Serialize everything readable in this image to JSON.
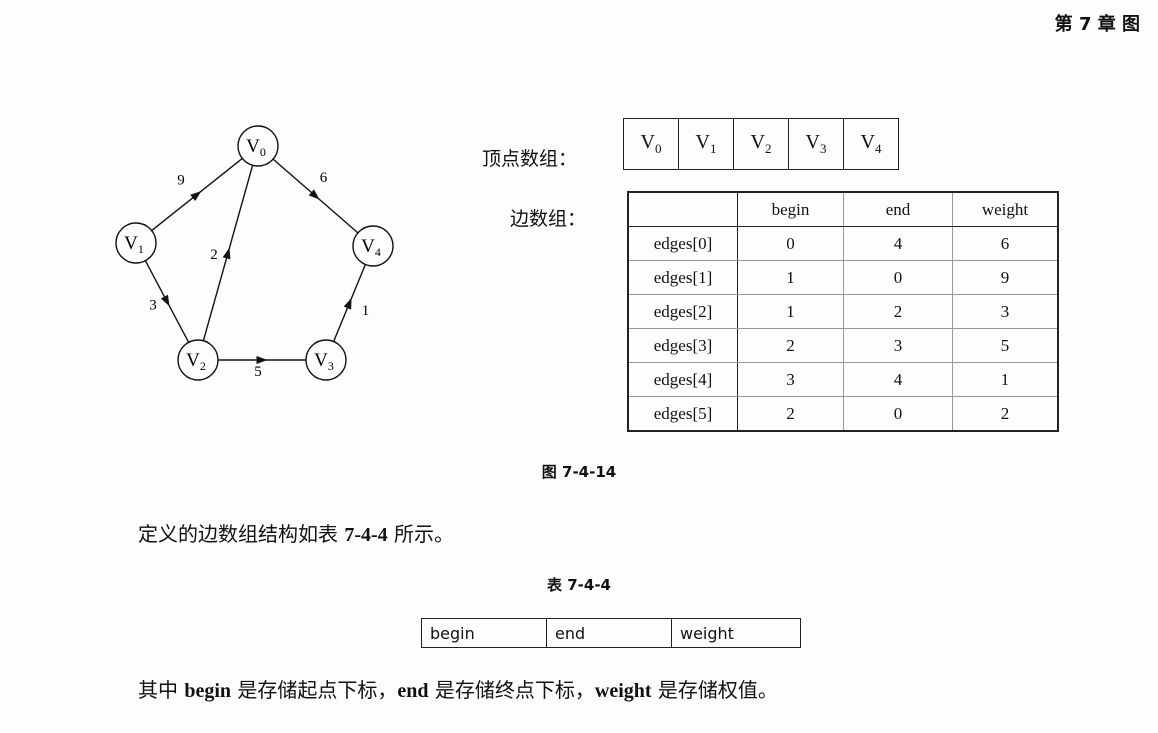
{
  "header": {
    "chapter": "第 7 章  图"
  },
  "graph": {
    "vertices": [
      {
        "id": "v0",
        "main": "V",
        "sub": "0"
      },
      {
        "id": "v1",
        "main": "V",
        "sub": "1"
      },
      {
        "id": "v2",
        "main": "V",
        "sub": "2"
      },
      {
        "id": "v3",
        "main": "V",
        "sub": "3"
      },
      {
        "id": "v4",
        "main": "V",
        "sub": "4"
      }
    ],
    "edges": [
      {
        "from": "v0",
        "to": "v4",
        "weight": "6"
      },
      {
        "from": "v1",
        "to": "v0",
        "weight": "9"
      },
      {
        "from": "v1",
        "to": "v2",
        "weight": "3"
      },
      {
        "from": "v2",
        "to": "v3",
        "weight": "5"
      },
      {
        "from": "v3",
        "to": "v4",
        "weight": "1"
      },
      {
        "from": "v2",
        "to": "v0",
        "weight": "2"
      }
    ]
  },
  "vertex_array": {
    "label": "顶点数组：",
    "cells": [
      "V0",
      "V1",
      "V2",
      "V3",
      "V4"
    ]
  },
  "edge_array": {
    "label": "边数组：",
    "headers": [
      "",
      "begin",
      "end",
      "weight"
    ],
    "rows": [
      [
        "edges[0]",
        "0",
        "4",
        "6"
      ],
      [
        "edges[1]",
        "1",
        "0",
        "9"
      ],
      [
        "edges[2]",
        "1",
        "2",
        "3"
      ],
      [
        "edges[3]",
        "2",
        "3",
        "5"
      ],
      [
        "edges[4]",
        "3",
        "4",
        "1"
      ],
      [
        "edges[5]",
        "2",
        "0",
        "2"
      ]
    ]
  },
  "figure_caption": "图 7-4-14",
  "paragraph_1": {
    "pre": "定义的边数组结构如表 ",
    "ref": "7-4-4",
    "post": " 所示。"
  },
  "table_caption": "表 7-4-4",
  "struct_table": [
    "begin",
    "end",
    "weight"
  ],
  "paragraph_2": {
    "t1": "其中 ",
    "k1": "begin",
    "t2": " 是存储起点下标，",
    "k2": "end",
    "t3": " 是存储终点下标，",
    "k3": "weight",
    "t4": " 是存储权值。"
  }
}
